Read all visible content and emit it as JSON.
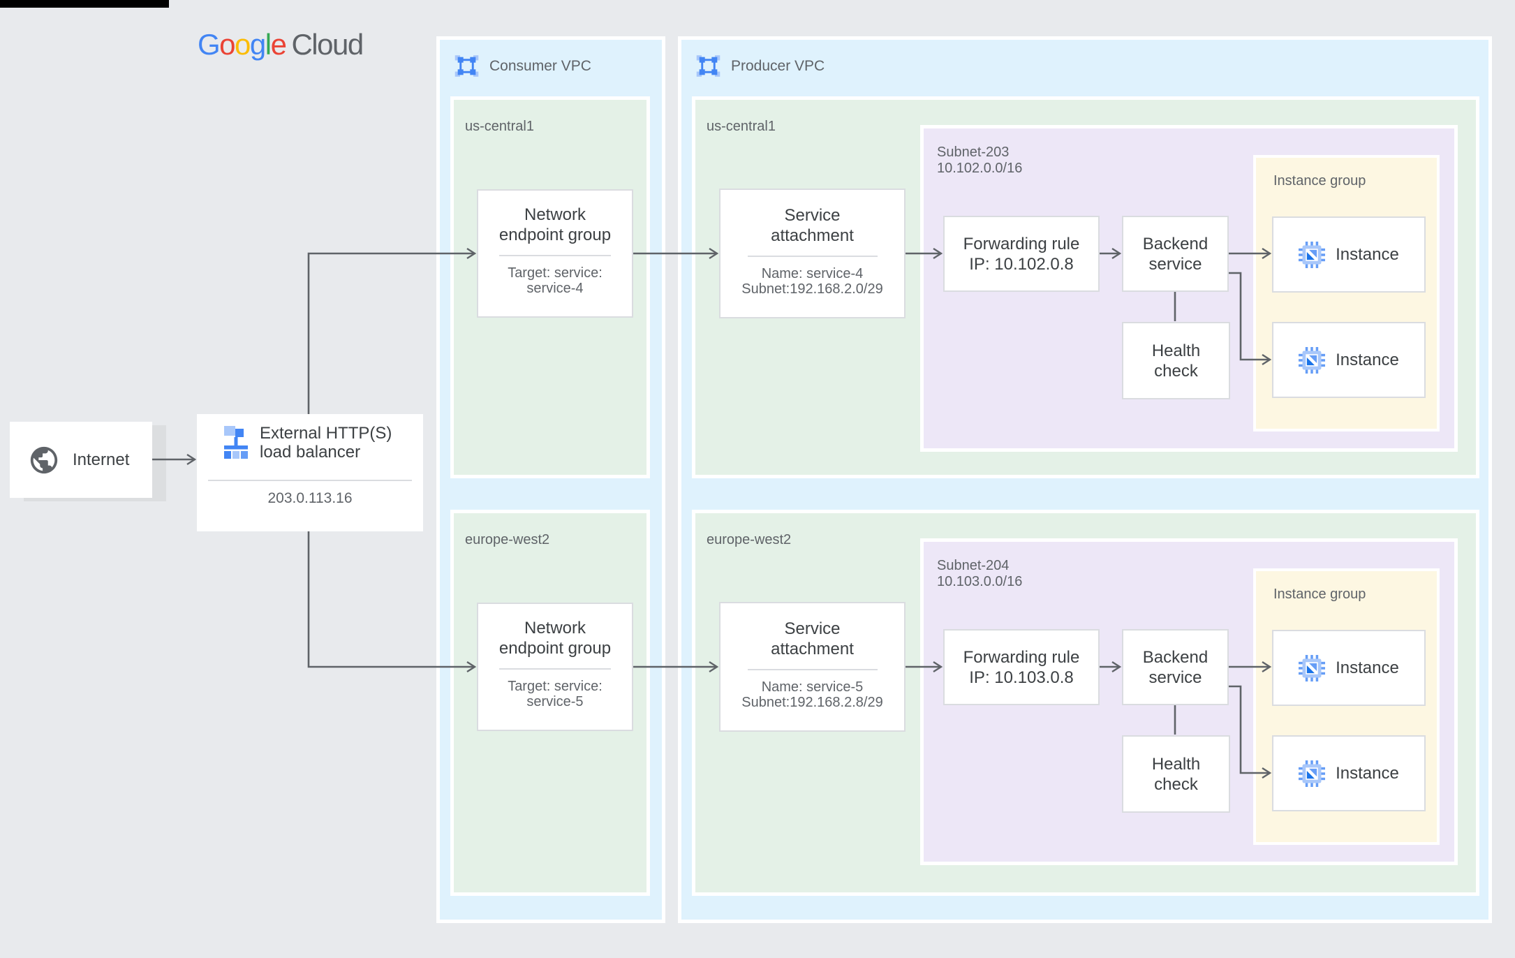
{
  "colors": {
    "background": "#E8EAED",
    "panel_blue": "#DFF2FD",
    "region_green": "#E4F1E7",
    "subnet_purple": "#EDE7F7",
    "instance_group_yellow": "#FDF7E2",
    "box_border": "#DADCE0",
    "connector": "#5F6368",
    "title_text": "#3C4043",
    "secondary_text": "#5F6368",
    "icon_blue_dark": "#4285F4",
    "icon_blue_light": "#A8C7FA"
  },
  "logo": {
    "letters": [
      {
        "ch": "G",
        "color": "#4285F4"
      },
      {
        "ch": "o",
        "color": "#EA4335"
      },
      {
        "ch": "o",
        "color": "#FBBC05"
      },
      {
        "ch": "g",
        "color": "#4285F4"
      },
      {
        "ch": "l",
        "color": "#34A853"
      },
      {
        "ch": "e",
        "color": "#EA4335"
      }
    ],
    "suffix": "Cloud"
  },
  "internet": {
    "label": "Internet"
  },
  "load_balancer": {
    "title": [
      "External HTTP(S)",
      "load balancer"
    ],
    "ip": "203.0.113.16"
  },
  "consumer_vpc": {
    "label": "Consumer VPC",
    "regions": [
      {
        "name": "us-central1",
        "neg": {
          "title": [
            "Network",
            "endpoint group"
          ],
          "details": [
            "Target: service:",
            "service-4"
          ]
        }
      },
      {
        "name": "europe-west2",
        "neg": {
          "title": [
            "Network",
            "endpoint group"
          ],
          "details": [
            "Target: service:",
            "service-5"
          ]
        }
      }
    ]
  },
  "producer_vpc": {
    "label": "Producer VPC",
    "regions": [
      {
        "name": "us-central1",
        "service_attachment": {
          "title": [
            "Service",
            "attachment"
          ],
          "details": [
            "Name: service-4",
            "Subnet:192.168.2.0/29"
          ]
        },
        "subnet": {
          "name": "Subnet-203",
          "cidr": "10.102.0.0/16",
          "forwarding_rule": [
            "Forwarding rule",
            "IP: 10.102.0.8"
          ],
          "backend_service": [
            "Backend",
            "service"
          ],
          "health_check": [
            "Health",
            "check"
          ],
          "instance_group": {
            "label": "Instance group",
            "instances": [
              {
                "label": "Instance"
              },
              {
                "label": "Instance"
              }
            ]
          }
        }
      },
      {
        "name": "europe-west2",
        "service_attachment": {
          "title": [
            "Service",
            "attachment"
          ],
          "details": [
            "Name: service-5",
            "Subnet:192.168.2.8/29"
          ]
        },
        "subnet": {
          "name": "Subnet-204",
          "cidr": "10.103.0.0/16",
          "forwarding_rule": [
            "Forwarding rule",
            "IP: 10.103.0.8"
          ],
          "backend_service": [
            "Backend",
            "service"
          ],
          "health_check": [
            "Health",
            "check"
          ],
          "instance_group": {
            "label": "Instance group",
            "instances": [
              {
                "label": "Instance"
              },
              {
                "label": "Instance"
              }
            ]
          }
        }
      }
    ]
  }
}
